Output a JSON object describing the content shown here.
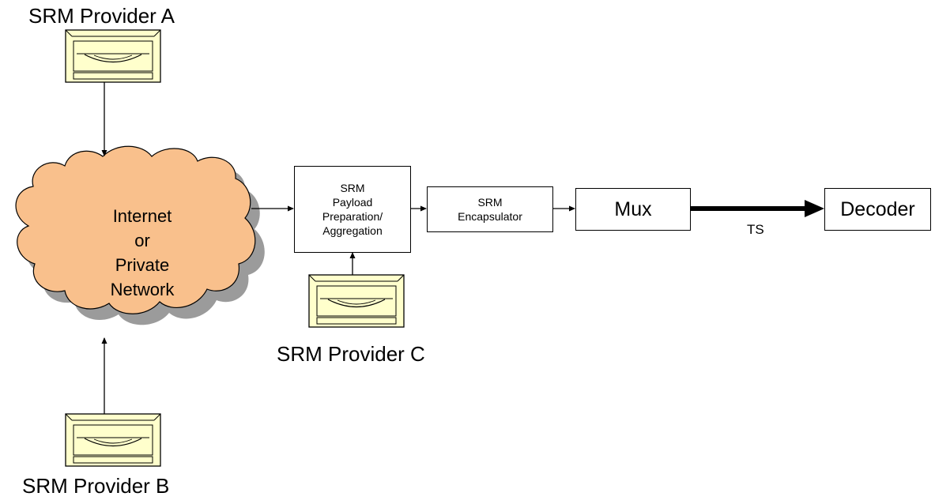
{
  "providers": {
    "a": {
      "label": "SRM Provider A"
    },
    "b": {
      "label": "SRM Provider B"
    },
    "c": {
      "label": "SRM Provider C"
    }
  },
  "network": {
    "lines": [
      "Internet",
      "or",
      "Private",
      "Network"
    ],
    "fill_color": "#F9C08C",
    "shadow_color": "#9B9B9B"
  },
  "payload_box": {
    "lines": [
      "SRM",
      "Payload",
      "Preparation/",
      "Aggregation"
    ]
  },
  "encapsulator_box": {
    "lines": [
      "SRM",
      "Encapsulator"
    ]
  },
  "mux_box": {
    "label": "Mux"
  },
  "decoder_box": {
    "label": "Decoder"
  },
  "ts_link": {
    "label": "TS"
  },
  "device_color": "#FFFFCC",
  "device_icon": "disk-drive-icon"
}
